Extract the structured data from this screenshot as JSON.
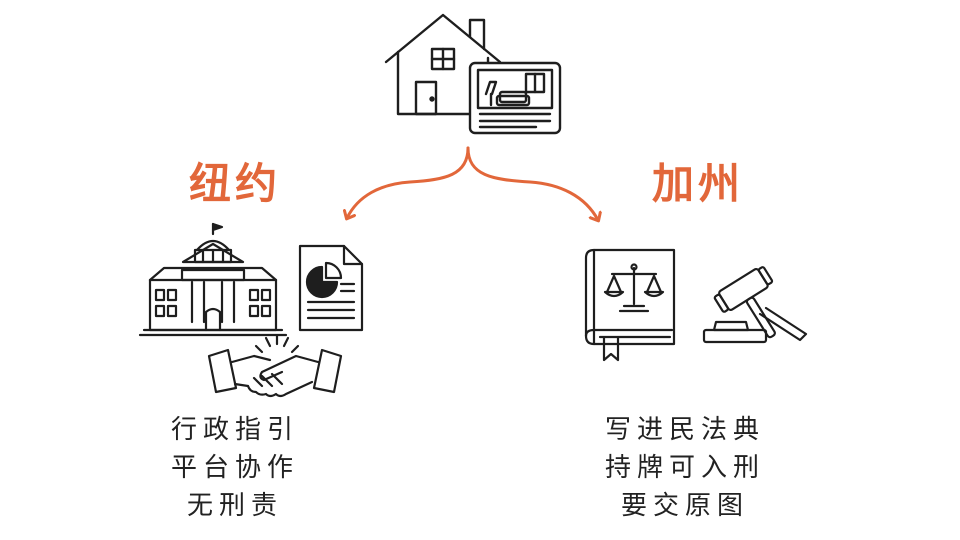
{
  "colors": {
    "accent": "#e2673a",
    "ink": "#1e1e1e"
  },
  "icons": {
    "top": [
      "house-icon",
      "interior-photo-icon"
    ],
    "left": [
      "government-building-icon",
      "pie-chart-document-icon",
      "handshake-icon"
    ],
    "right": [
      "law-book-scales-icon",
      "gavel-icon"
    ]
  },
  "left_branch": {
    "label": "纽约",
    "lines": [
      "行政指引",
      "平台协作",
      "无刑责"
    ]
  },
  "right_branch": {
    "label": "加州",
    "lines": [
      "写进民法典",
      "持牌可入刑",
      "要交原图"
    ]
  }
}
